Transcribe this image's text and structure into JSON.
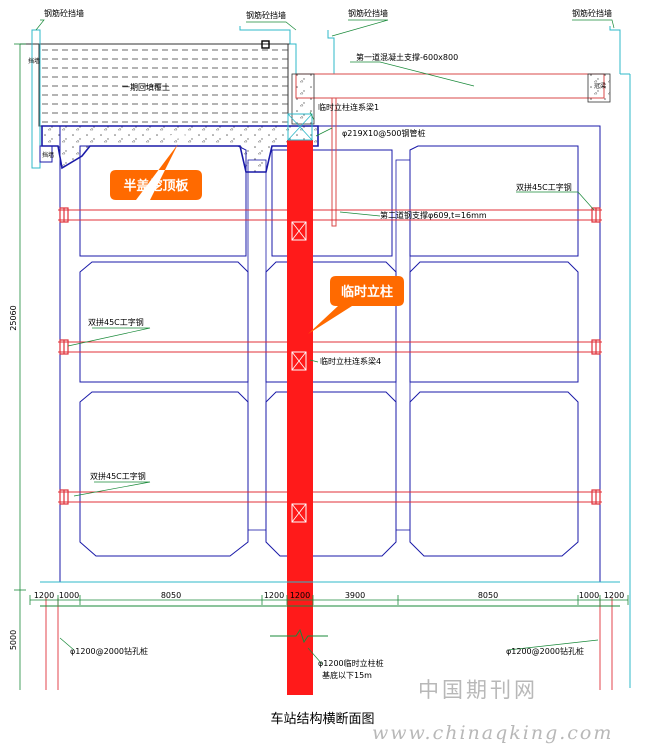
{
  "labels": {
    "wall_top_1": "钢筋砼挡墙",
    "wall_top_2": "钢筋砼挡墙",
    "wall_top_3": "钢筋砼挡墙",
    "wall_top_4": "钢筋砼挡墙",
    "wall_side": "挡墙",
    "backfill": "一期回填覆土",
    "first_support": "第一道混凝土支撑-600x800",
    "crown_beam": "冠梁",
    "temp_tie_1": "临时立柱连系梁1",
    "steel_pipe_pile": "φ219X10@500钢管桩",
    "roof_slab": "盖挖顶板",
    "second_support": "第二道钢支撑φ609,t=16mm",
    "i_beam_1": "双拼45C工字钢",
    "i_beam_2": "双拼45C工字钢",
    "i_beam_3": "双拼45C工字钢",
    "temp_tie_4": "临时立柱连系梁4",
    "bored_pile_left": "φ1200@2000钻孔桩",
    "bored_pile_right": "φ1200@2000钻孔桩",
    "temp_column_pile": "φ1200临时立柱桩",
    "pile_depth": "基底以下15m"
  },
  "callouts": {
    "half_cover": "半盖挖顶板",
    "temp_column": "临时立柱"
  },
  "dimensions": {
    "height_total": "25060",
    "height_bottom": "5000",
    "widths": [
      "1200",
      "1000",
      "8050",
      "1200",
      "1200",
      "3900",
      "8050",
      "1000",
      "1200"
    ]
  },
  "caption": "车站结构横断面图",
  "watermark": {
    "cn": "中国期刊网",
    "url": "www.chinaqking.com"
  },
  "colors": {
    "structure": "#1a1aa8",
    "support": "#e0303a",
    "column": "#ff1a1a",
    "callout": "#ff6a00",
    "annotation": "#1a8a3a",
    "frame": "#2fb8c8"
  }
}
